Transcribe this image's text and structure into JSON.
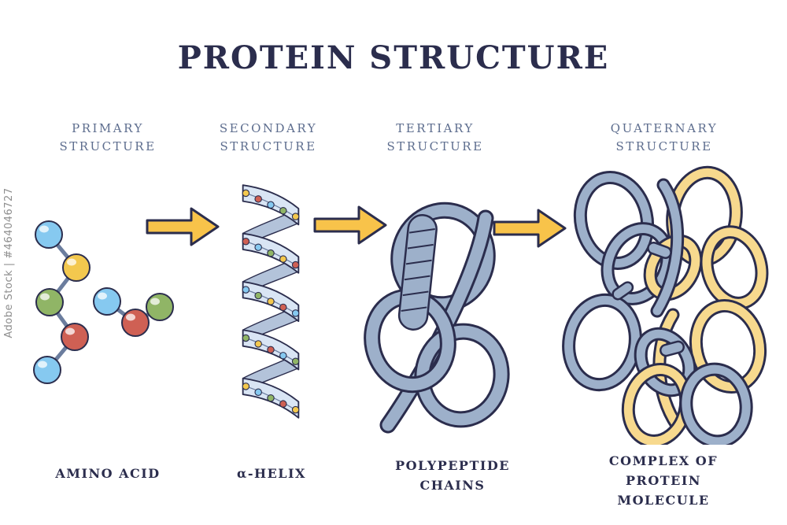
{
  "title": "PROTEIN STRUCTURE",
  "watermark": "Adobe Stock | #464046727",
  "columns": [
    {
      "header": "PRIMARY STRUCTURE",
      "caption": "AMINO ACID"
    },
    {
      "header": "SECONDARY STRUCTURE",
      "caption": "α-HELIX"
    },
    {
      "header": "TERTIARY STRUCTURE",
      "caption": "POLYPEPTIDE CHAINS"
    },
    {
      "header": "QUATERNARY STRUCTURE",
      "caption": "COMPLEX OF PROTEIN MOLECULE"
    }
  ],
  "icons": [
    "amino-acid-chain-icon",
    "alpha-helix-icon",
    "polypeptide-tangle-icon",
    "protein-complex-icon",
    "arrow-right-icon"
  ],
  "colors": {
    "background": "#ffffff",
    "navy": "#2b2d4d",
    "header-blue": "#5d6d8e",
    "arrow-yellow": "#f8c34a",
    "tube-blue": "#9db0ca",
    "tube-yellow": "#f7d98e",
    "ribbon-front": "#d9e5f4",
    "ribbon-back": "#b3c3da",
    "ball-blue": "#86c9f0",
    "ball-yellow": "#f3c84e",
    "ball-green": "#90b566",
    "ball-red": "#cf6054",
    "link-gray": "#6b7d9e",
    "watermark-gray": "#8e8e8e"
  }
}
